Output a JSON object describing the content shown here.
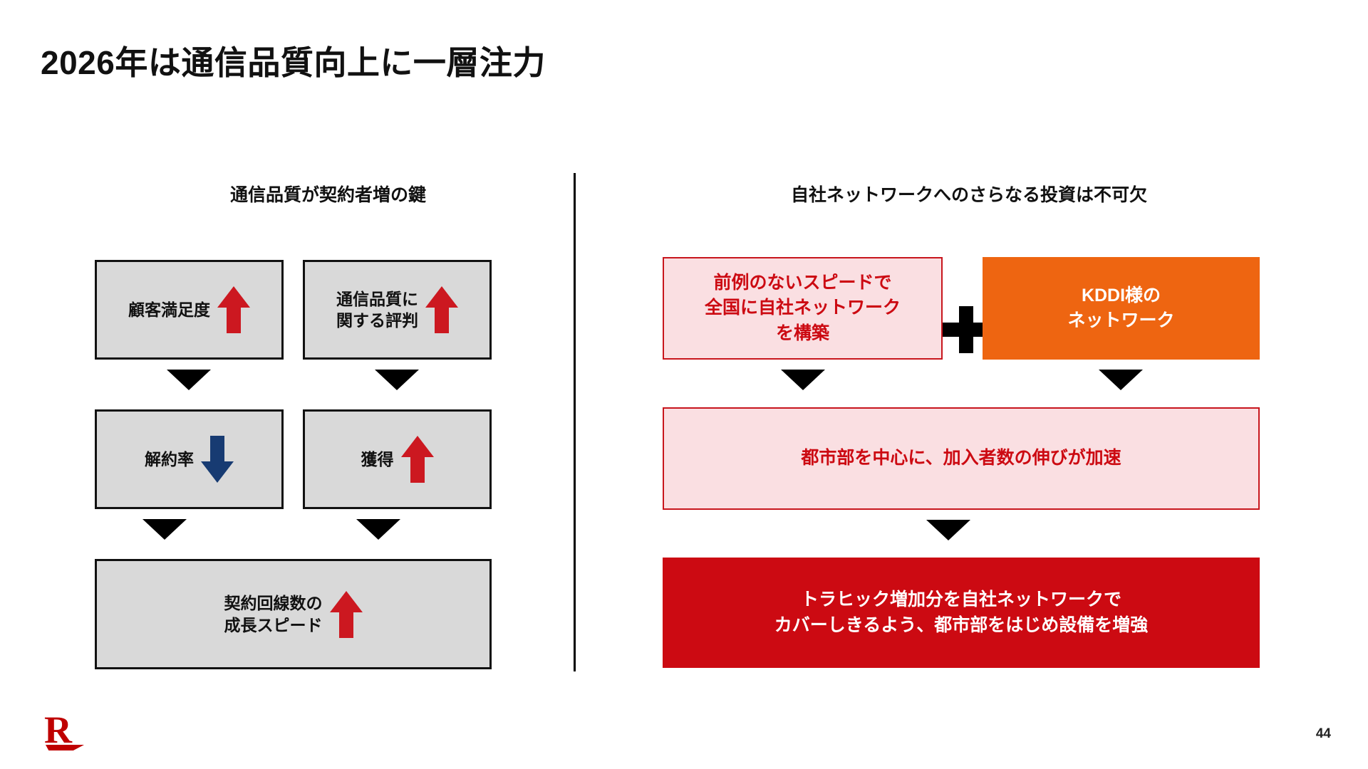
{
  "slide": {
    "title": "2026年は通信品質向上に一層注力",
    "page_number": "44",
    "logo_letter": "R",
    "accent_colors": {
      "crimson": "#cc0a12",
      "pink_fill": "#fadfe2",
      "orange": "#ee6511",
      "navy": "#173b72",
      "grey_fill": "#d9d9d9",
      "arrow_black": "#000000"
    }
  },
  "left": {
    "header": "通信品質が契約者増の鍵",
    "boxes": [
      {
        "label": "顧客満足度",
        "arrow": "arrow-up-red",
        "arrow_dir": "up",
        "arrow_color": "#cc1820"
      },
      {
        "label": "通信品質に\n関する評判",
        "arrow": "arrow-up-red",
        "arrow_dir": "up",
        "arrow_color": "#cc1820"
      },
      {
        "label": "解約率",
        "arrow": "arrow-down-navy",
        "arrow_dir": "down",
        "arrow_color": "#173b72"
      },
      {
        "label": "獲得",
        "arrow": "arrow-up-red",
        "arrow_dir": "up",
        "arrow_color": "#cc1820"
      },
      {
        "label": "契約回線数の\n成長スピード",
        "arrow": "arrow-up-red",
        "arrow_dir": "up",
        "arrow_color": "#cc1820"
      }
    ],
    "connectors": [
      "down-triangle",
      "down-triangle",
      "down-triangle",
      "down-triangle"
    ]
  },
  "right": {
    "header": "自社ネットワークへのさらなる投資は不可欠",
    "plus_symbol": "+",
    "boxes": [
      {
        "text": "前例のないスピードで\n全国に自社ネットワーク\nを構築",
        "style": "pink"
      },
      {
        "text": "KDDI様の\nネットワーク",
        "style": "orange"
      },
      {
        "text": "都市部を中心に、加入者数の伸びが加速",
        "style": "pink"
      },
      {
        "text": "トラヒック増加分を自社ネットワークで\nカバーしきるよう、都市部をはじめ設備を増強",
        "style": "solid-red"
      }
    ],
    "connectors": [
      "down-triangle",
      "down-triangle",
      "down-triangle"
    ]
  }
}
